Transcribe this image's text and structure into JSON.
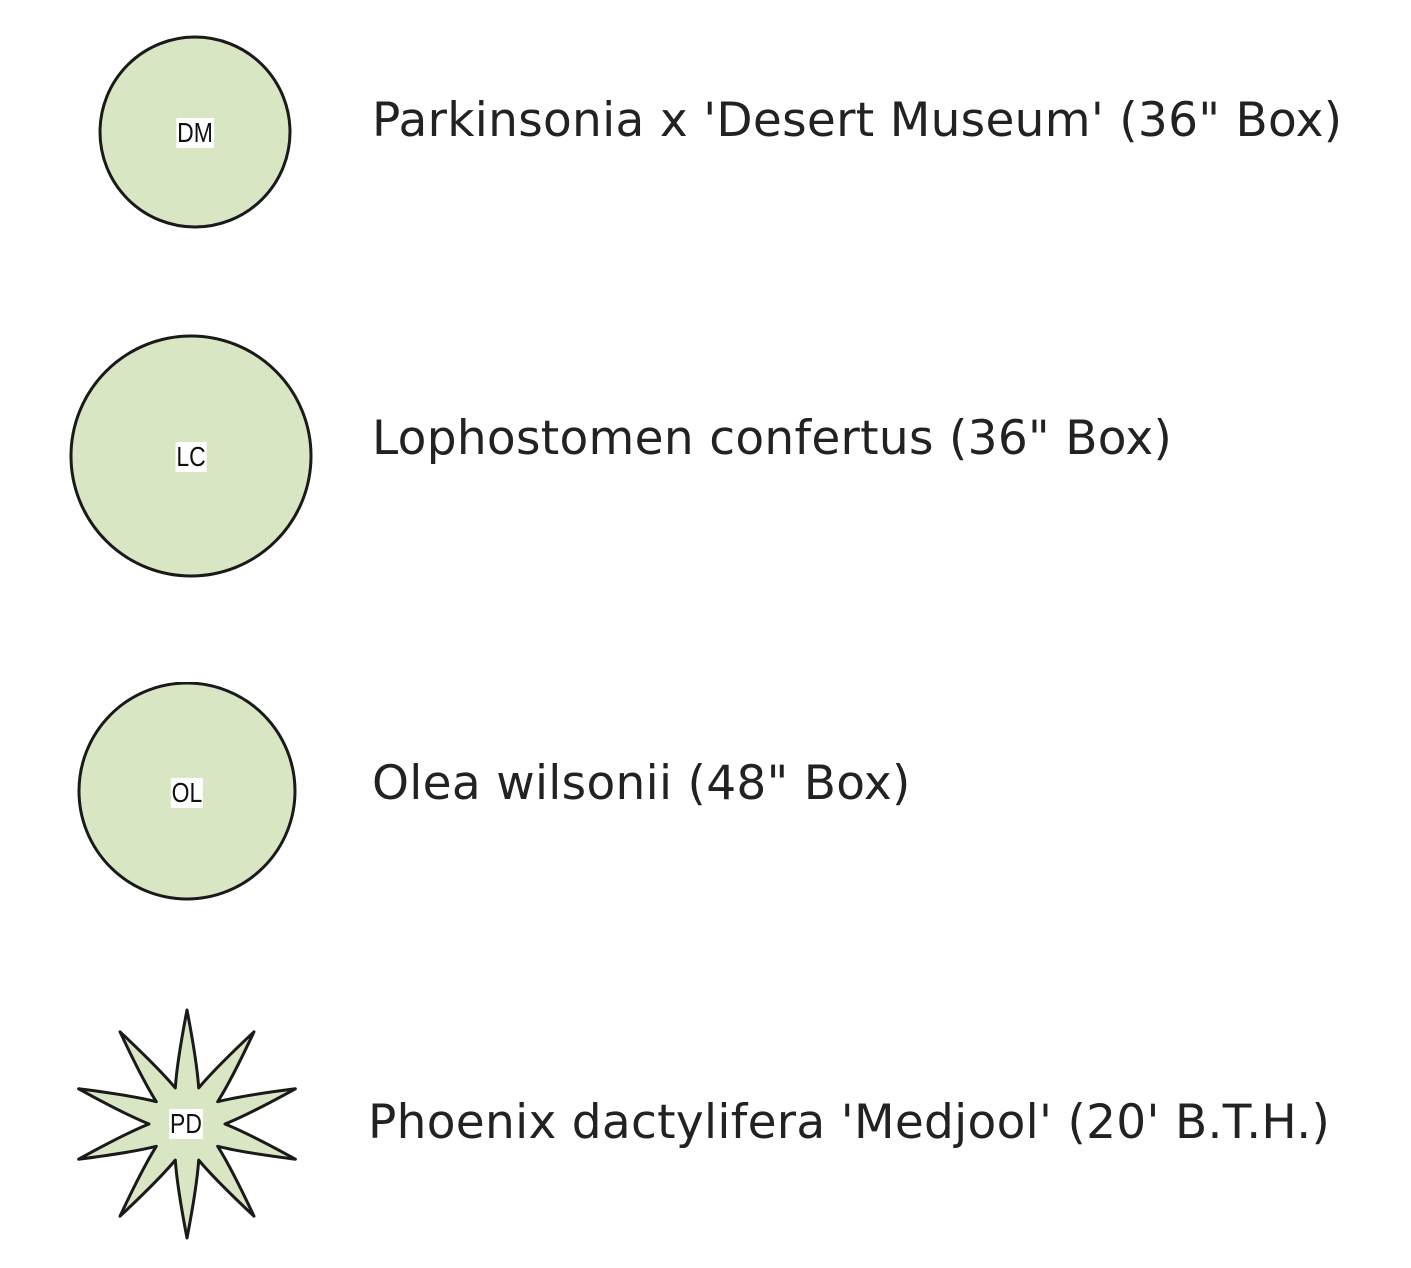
{
  "legend": {
    "items": [
      {
        "code": "DM",
        "label": "Parkinsonia x 'Desert Museum' (36\" Box)",
        "symbol": "canopy-circle"
      },
      {
        "code": "LC",
        "label": "Lophostomen confertus (36\" Box)",
        "symbol": "canopy-circle"
      },
      {
        "code": "OL",
        "label": "Olea wilsonii (48\" Box)",
        "symbol": "canopy-circle"
      },
      {
        "code": "PD",
        "label": "Phoenix dactylifera 'Medjool' (20' B.T.H.)",
        "symbol": "palm-star"
      }
    ]
  },
  "colors": {
    "fill": "#d9e6c3",
    "stroke": "#1a1a1a"
  }
}
